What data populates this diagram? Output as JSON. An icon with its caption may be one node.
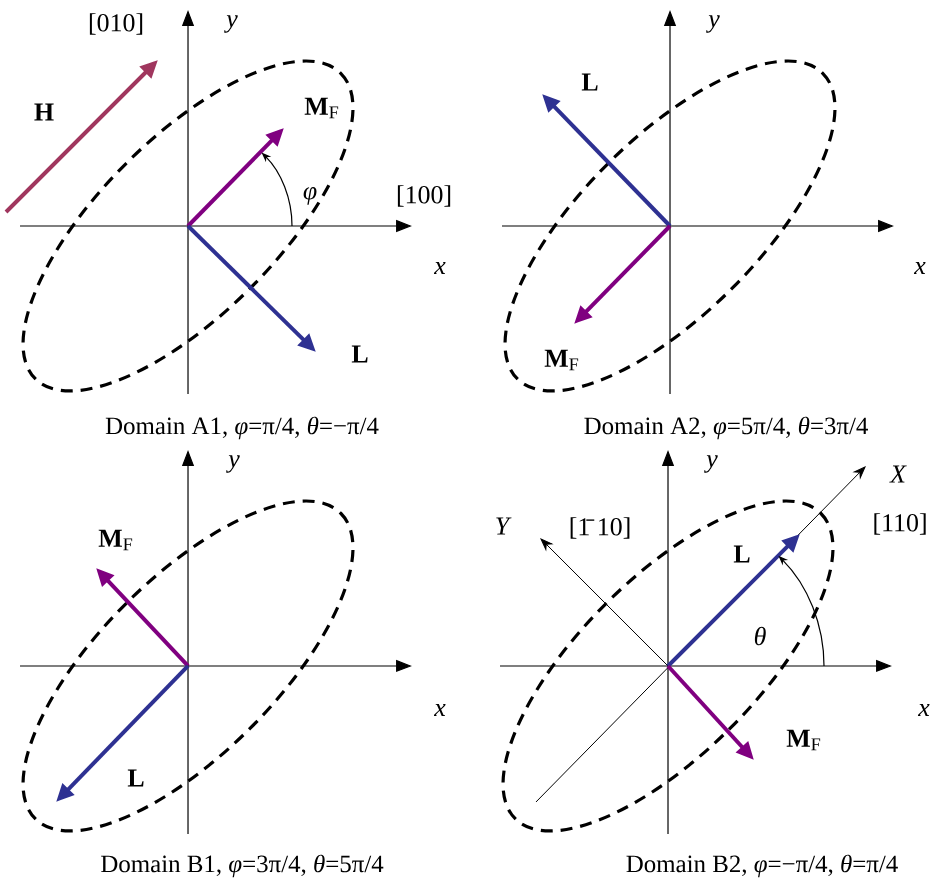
{
  "diagram": {
    "labels": [
      "[010]",
      "y",
      "H",
      "**M**$_{F}$",
      "φ",
      "[100]",
      "x",
      "L",
      "Domain A1, *φ*=π/4, *θ*=−π/4",
      "y",
      "L",
      "x",
      "**M**$_{F}$",
      "Domain A2, *φ*=5π/4, *θ*=3π/4",
      "y",
      "**M**$_{F}$",
      "x",
      "L",
      "Domain B1, *φ*=3π/4, *θ*=5π/4",
      "y",
      "X",
      "Y",
      "[1̄ 10]",
      "[110]",
      "L",
      "θ",
      "x",
      "**M**$_{F}$",
      "Domain B2, *φ*=−π/4, *θ*=π/4"
    ]
  }
}
